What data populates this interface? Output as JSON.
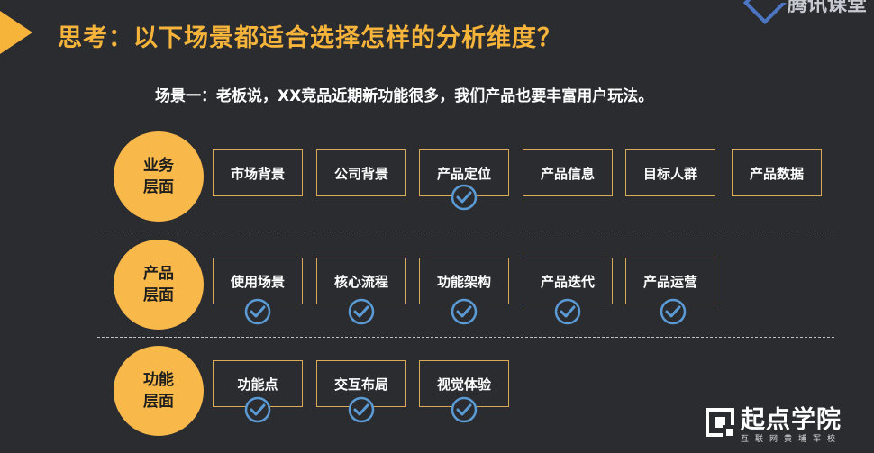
{
  "title": "思考：以下场景都适合选择怎样的分析维度？",
  "corner_logo": {
    "text": "腾讯课堂",
    "icon": "tencent-classroom-icon"
  },
  "scenario": "场景一：老板说，XX竞品近期新功能很多，我们产品也要丰富用户玩法。",
  "rows": [
    {
      "level_line1": "业务",
      "level_line2": "层面",
      "items": [
        {
          "label": "市场背景",
          "checked": false
        },
        {
          "label": "公司背景",
          "checked": false
        },
        {
          "label": "产品定位",
          "checked": true
        },
        {
          "label": "产品信息",
          "checked": false
        },
        {
          "label": "目标人群",
          "checked": false
        },
        {
          "label": "产品数据",
          "checked": false
        }
      ]
    },
    {
      "level_line1": "产品",
      "level_line2": "层面",
      "items": [
        {
          "label": "使用场景",
          "checked": true
        },
        {
          "label": "核心流程",
          "checked": true
        },
        {
          "label": "功能架构",
          "checked": true
        },
        {
          "label": "产品迭代",
          "checked": true
        },
        {
          "label": "产品运营",
          "checked": true
        }
      ]
    },
    {
      "level_line1": "功能",
      "level_line2": "层面",
      "items": [
        {
          "label": "功能点",
          "checked": true
        },
        {
          "label": "交互布局",
          "checked": true
        },
        {
          "label": "视觉体验",
          "checked": true
        }
      ]
    }
  ],
  "brand": {
    "name": "起点学院",
    "subtitle": "互联网黄埔军校"
  },
  "colors": {
    "accent": "#f7b43b",
    "check": "#5b9bd5",
    "background": "#2b2c30"
  }
}
